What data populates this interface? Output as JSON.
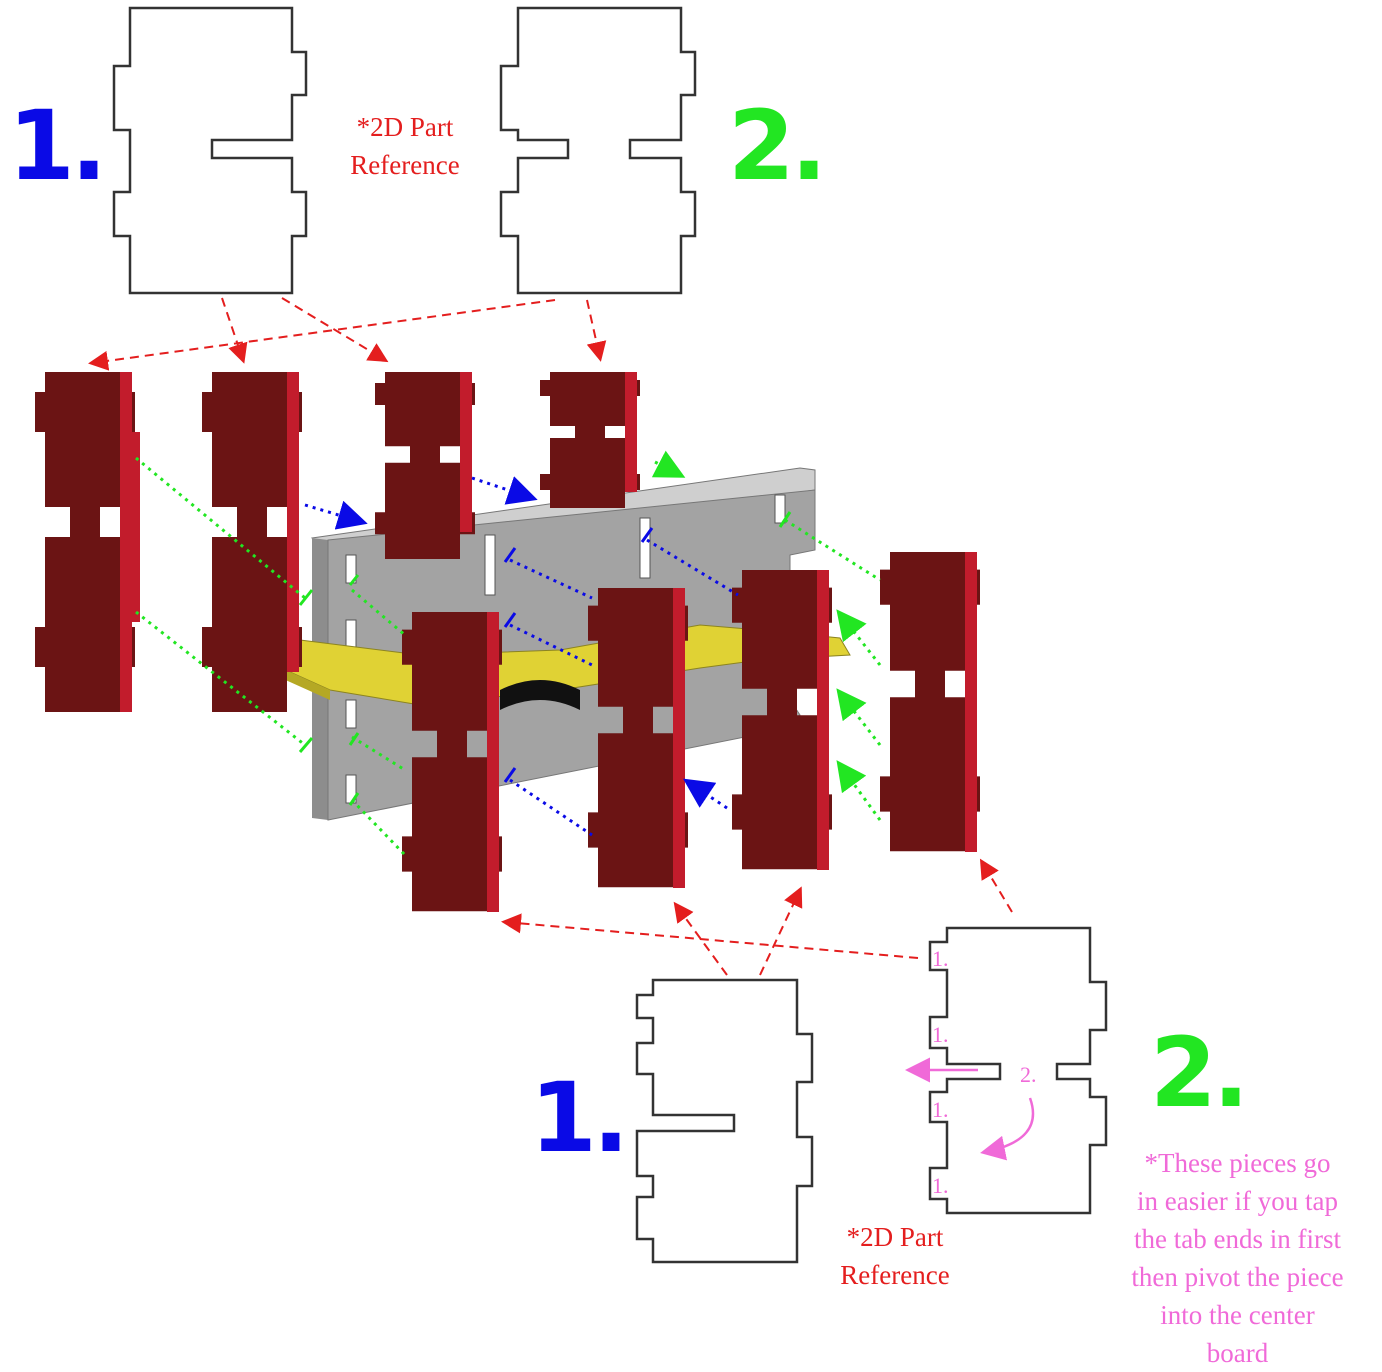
{
  "labels": {
    "step1_top": "1.",
    "step2_top": "2.",
    "step1_bottom": "1.",
    "step2_bottom": "2.",
    "ref_top_line1": "*2D Part",
    "ref_top_line2": "Reference",
    "ref_bottom_line1": "*2D Part",
    "ref_bottom_line2": "Reference",
    "tip_lines": [
      "*These pieces go",
      "in easier if you tap",
      "the tab ends in first",
      "then pivot the piece",
      "into the center",
      "board"
    ],
    "order_marks": [
      "1.",
      "1.",
      "1.",
      "1."
    ],
    "pivot_mark": "2."
  },
  "colors": {
    "step1": "#0a0ae6",
    "step2": "#22e622",
    "reference": "#e41e1e",
    "tip": "#f06ad8",
    "brace_front": "#6b1414",
    "brace_side": "#c21c2c",
    "board_face": "#a3a3a3",
    "board_edge": "#cfcfcf",
    "axle": "#e0d234",
    "axle_shadow": "#b5a824"
  }
}
